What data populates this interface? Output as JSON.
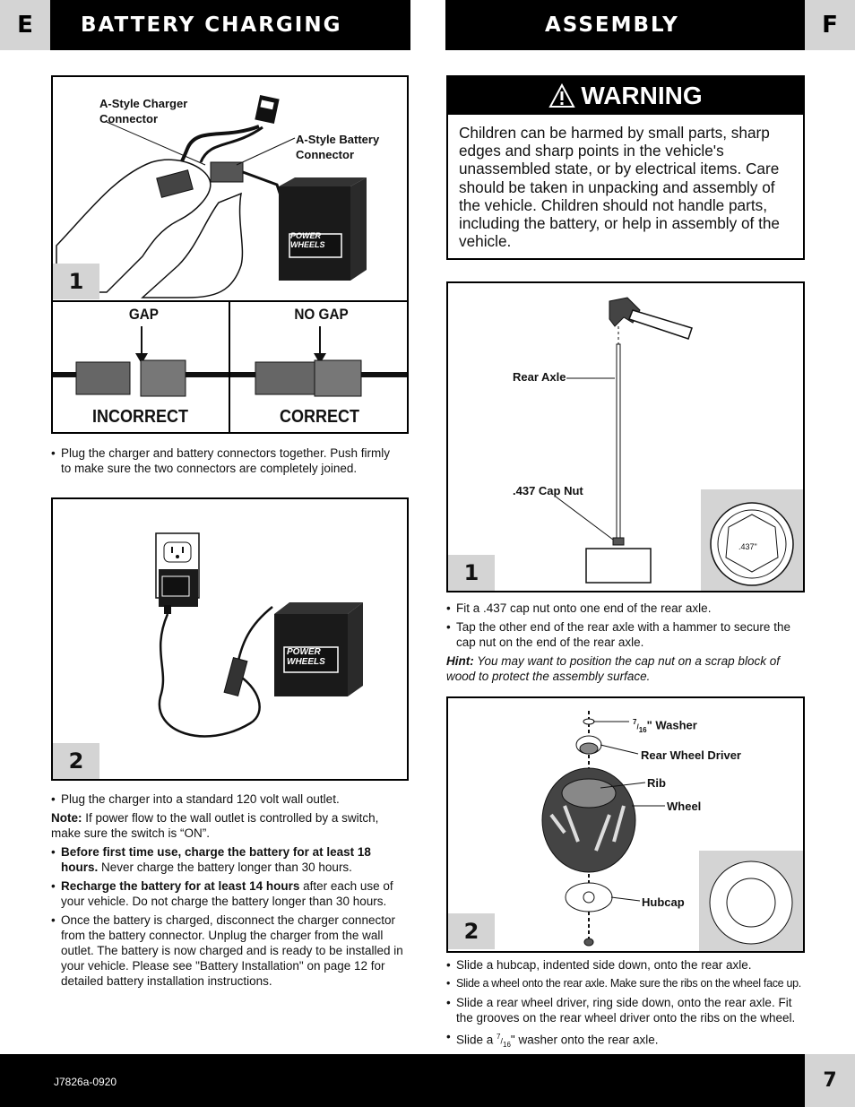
{
  "header": {
    "left_tab": "E",
    "left_title": "BATTERY CHARGING",
    "right_title": "ASSEMBLY",
    "right_tab": "F"
  },
  "battery": {
    "fig1": {
      "step": "1",
      "charger_connector_label_1": "A-Style Charger",
      "charger_connector_label_2": "Connector",
      "battery_connector_label_1": "A-Style Battery",
      "battery_connector_label_2": "Connector",
      "gap_label": "GAP",
      "no_gap_label": "NO GAP",
      "incorrect_label": "INCORRECT",
      "correct_label": "CORRECT"
    },
    "fig1_text": "Plug the charger and battery connectors together. Push firmly to make sure the two connectors are completely joined.",
    "fig2": {
      "step": "2"
    },
    "brand_1": "POWER",
    "brand_2": "WHEELS",
    "fig2_text_1": "Plug the charger into a standard 120 volt wall outlet.",
    "note_label": "Note:",
    "note_text": " If power flow to the wall outlet is controlled by a switch, make sure the switch is “ON”.",
    "bullet2_bold": "Before first time use, charge the battery for at least 18 hours.",
    "bullet2_rest": " Never charge the battery longer than 30 hours.",
    "bullet3_bold": "Recharge the battery for at least 14 hours",
    "bullet3_rest": " after each use of your vehicle. Do not charge the battery longer  than 30 hours.",
    "bullet4": "Once the battery is charged, disconnect the charger connector from the battery connector. Unplug the charger from the wall outlet. The battery is now charged and is ready to be installed in your vehicle. Please see \"Battery Installation\" on page 12 for detailed battery installation instructions."
  },
  "assembly": {
    "warning_title": "WARNING",
    "warning_text": "Children can be harmed by small parts, sharp edges and sharp points in the vehicle's unassembled state, or by electrical items. Care should be taken in unpacking and assembly of the vehicle. Children should not handle parts, including the battery, or help in assembly of the vehicle.",
    "fig1": {
      "step": "1",
      "rear_axle_label": "Rear Axle",
      "cap_nut_label": ".437 Cap Nut",
      "cap_nut_size": ".437\""
    },
    "fig1_bullet1": "Fit a .437 cap nut onto one end of the rear axle.",
    "fig1_bullet2": "Tap the other end of the rear axle with a hammer to secure the cap nut on the end of the rear axle.",
    "hint_label": "Hint:",
    "hint_text": " You may want to position the cap nut on a scrap block of wood to protect the assembly surface.",
    "fig2": {
      "step": "2",
      "washer_num": "7",
      "washer_den": "16",
      "washer_label": "\" Washer",
      "rear_wheel_driver_label": "Rear Wheel Driver",
      "rib_label": "Rib",
      "wheel_label": "Wheel",
      "hubcap_label": "Hubcap"
    },
    "fig2_bullet1": "Slide a hubcap, indented side down, onto the rear axle.",
    "fig2_bullet2": "Slide a wheel onto the rear axle. Make sure the ribs on the wheel face up.",
    "fig2_bullet3": "Slide a rear wheel driver, ring side down, onto the rear axle. Fit the grooves on the rear wheel driver onto the ribs on the wheel.",
    "fig2_bullet4_pre": "Slide a ",
    "fig2_bullet4_post": "\" washer onto the rear axle."
  },
  "footer": {
    "code": "J7826a-0920",
    "page": "7"
  }
}
